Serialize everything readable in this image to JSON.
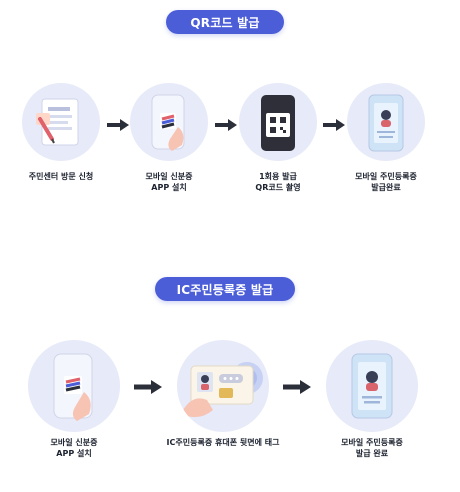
{
  "sections": [
    {
      "title": "QR코드 발급",
      "steps": [
        {
          "lines": [
            "주민센터 방문 신청"
          ],
          "icon": "document-pen-icon"
        },
        {
          "lines": [
            "모바일 신분증",
            "APP 설치"
          ],
          "icon": "phone-app-icon"
        },
        {
          "lines": [
            "1회용 발급",
            "QR코드 촬영"
          ],
          "icon": "qr-code-phone-icon"
        },
        {
          "lines": [
            "모바일 주민등록증",
            "발급완료"
          ],
          "icon": "id-card-phone-icon"
        }
      ]
    },
    {
      "title": "IC주민등록증 발급",
      "steps": [
        {
          "lines": [
            "모바일 신분증",
            "APP 설치"
          ],
          "icon": "phone-app-icon"
        },
        {
          "lines": [
            "IC주민등록증 휴대폰 뒷면에 태그"
          ],
          "icon": "ic-card-tag-icon"
        },
        {
          "lines": [
            "모바일 주민등록증",
            "발급 완료"
          ],
          "icon": "id-card-phone-icon"
        }
      ]
    }
  ],
  "colors": {
    "accent": "#4b5ed8",
    "circle": "#e7eaf8",
    "arrow": "#2b2f3a"
  }
}
